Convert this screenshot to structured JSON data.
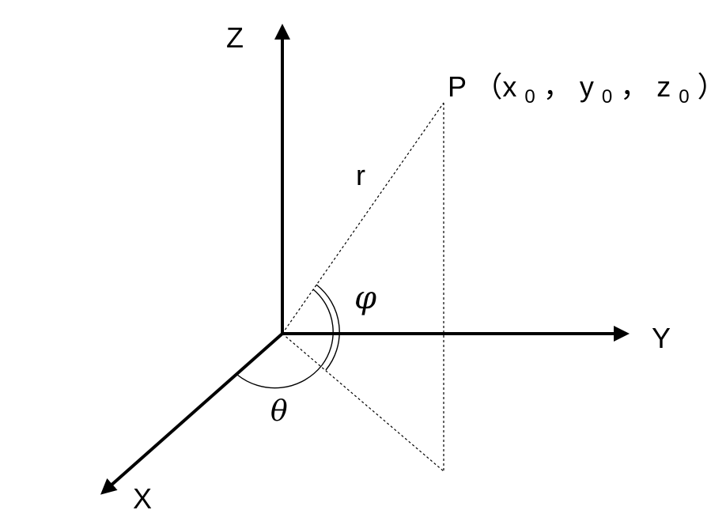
{
  "axes": {
    "z_label": "Z",
    "y_label": "Y",
    "x_label": "X"
  },
  "point": {
    "name": "P",
    "coords": "（x",
    "x_sub": "0",
    "sep1": "，",
    "y": "y",
    "y_sub": "0",
    "sep2": "，",
    "z": "z",
    "z_sub": "0",
    "close": "）"
  },
  "radius_label": "r",
  "angles": {
    "phi": "φ",
    "theta": "θ"
  },
  "colors": {
    "ink": "#000000",
    "background": "#ffffff"
  }
}
